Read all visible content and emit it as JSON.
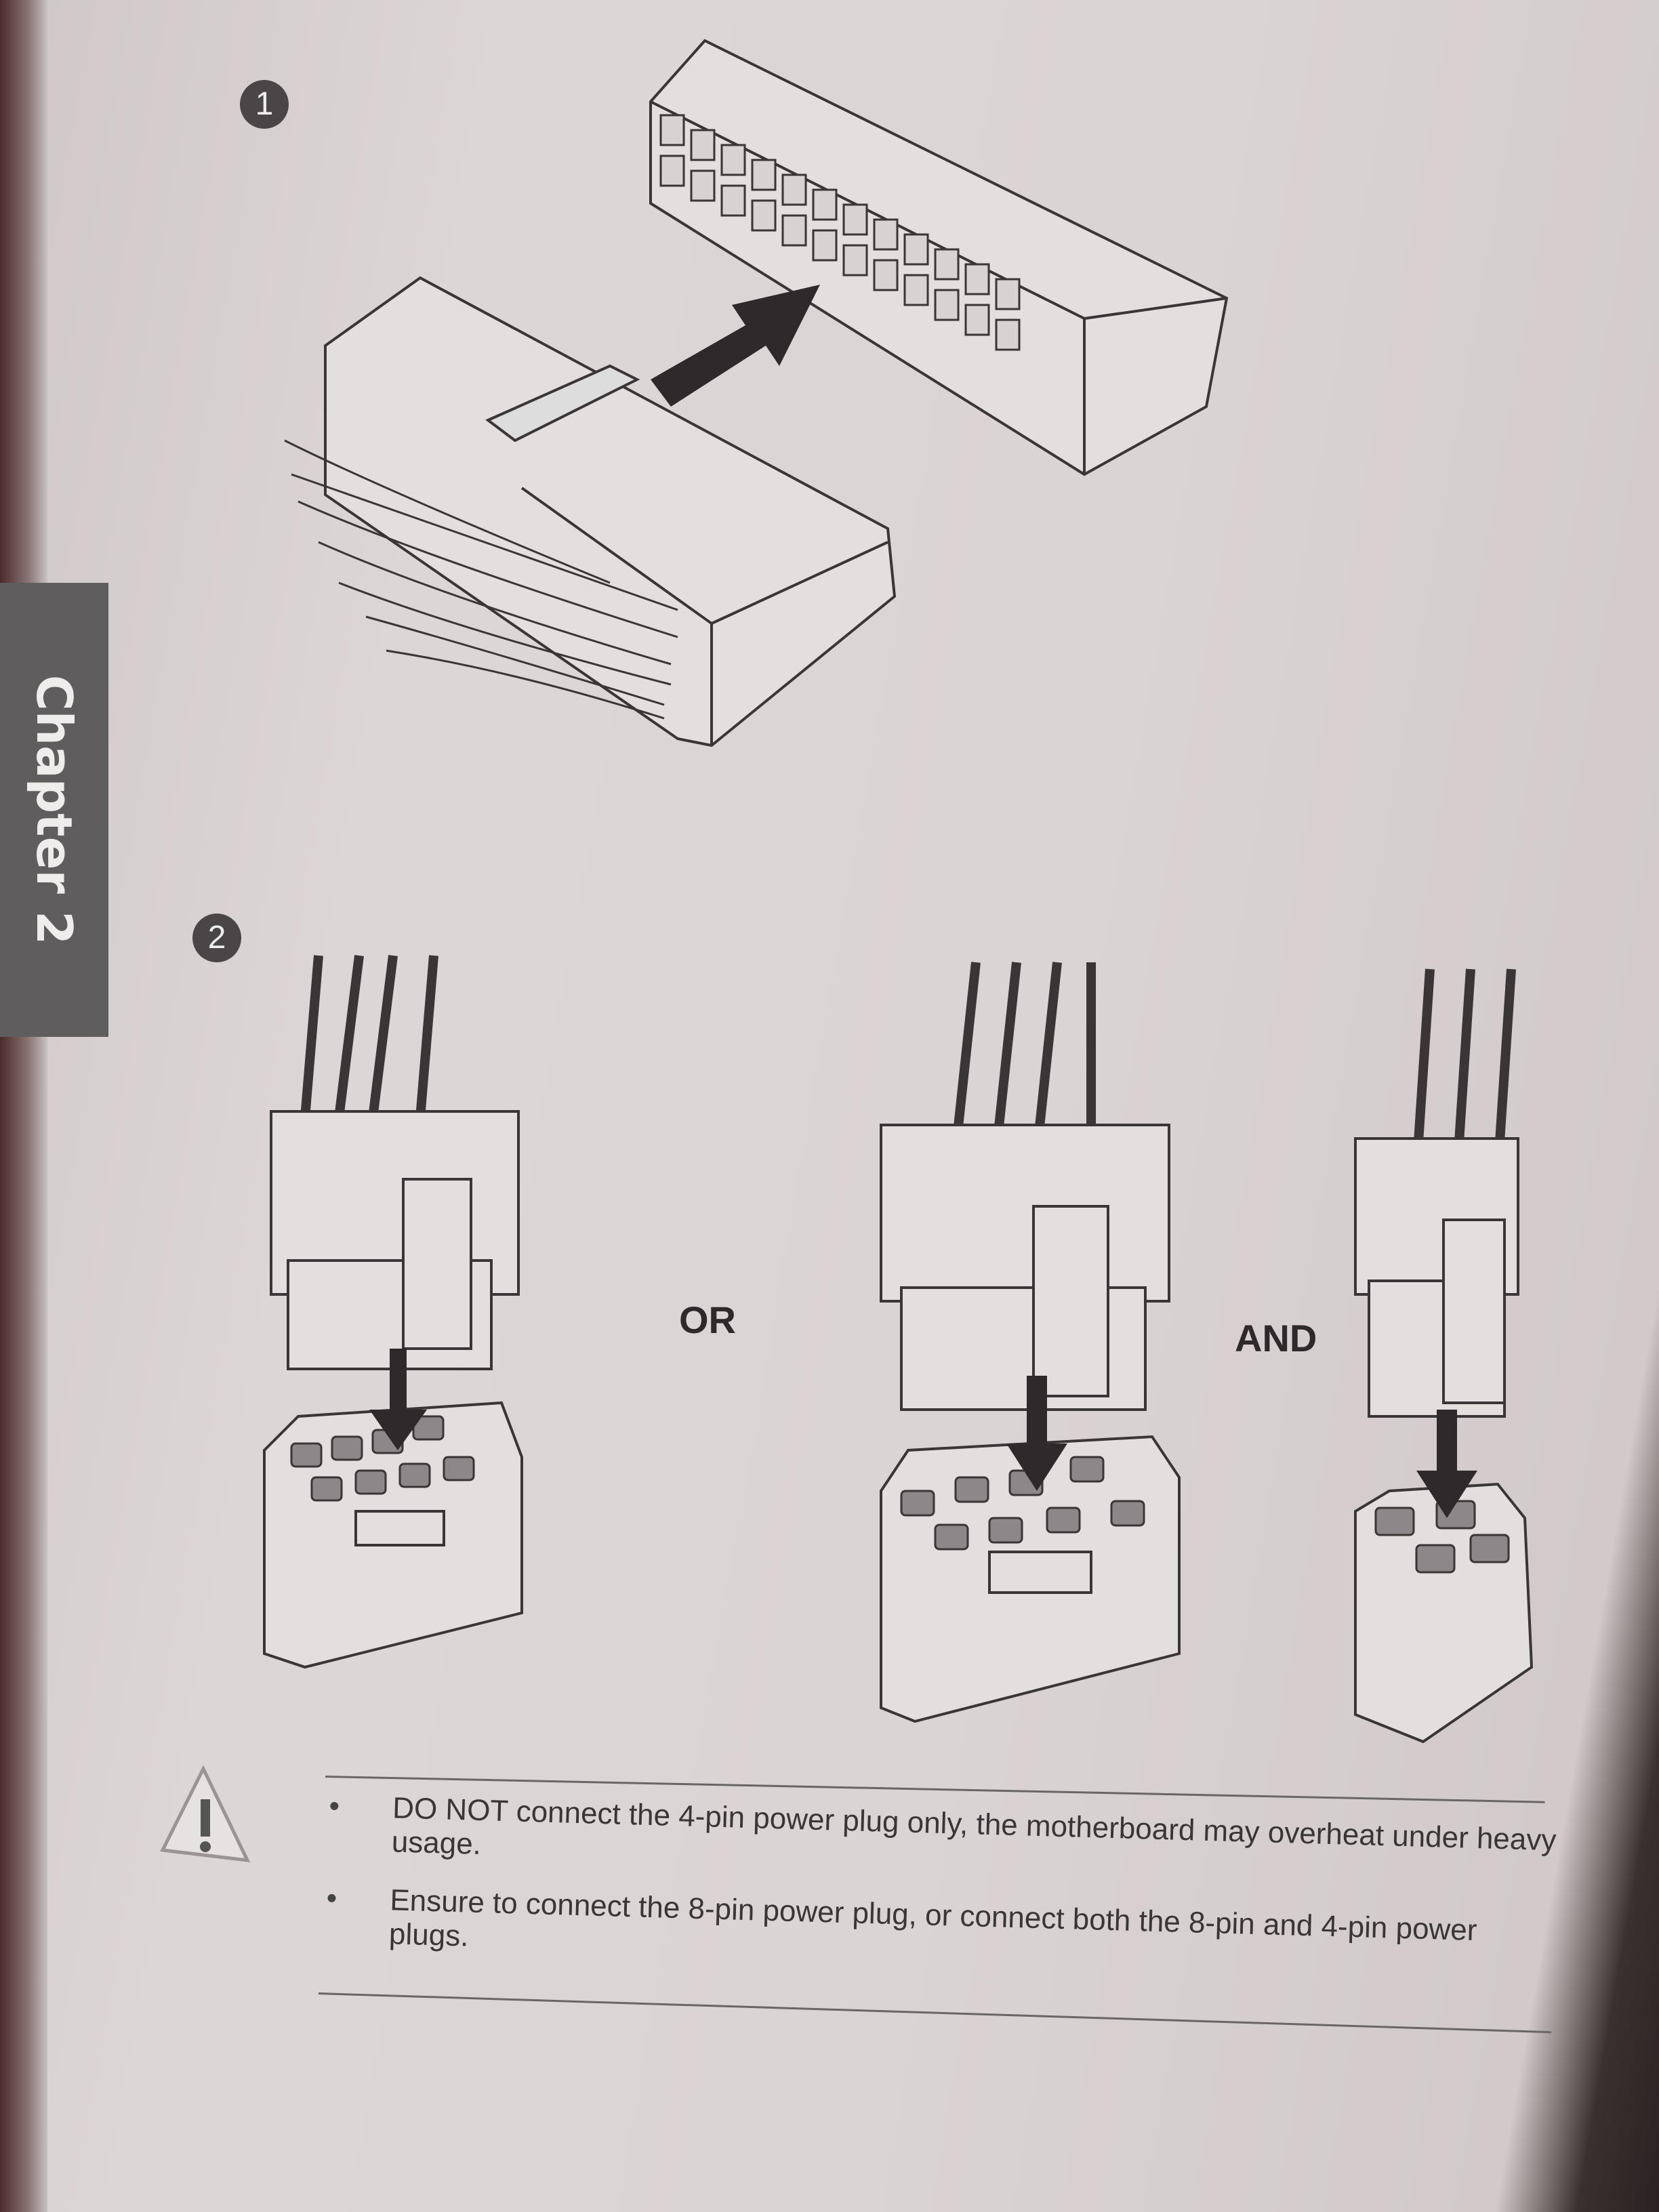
{
  "side_tab": {
    "label": "Chapter 2"
  },
  "steps": [
    {
      "number": "1"
    },
    {
      "number": "2"
    }
  ],
  "conjunctions": {
    "or": "OR",
    "and": "AND"
  },
  "warning": {
    "icon": "warning-triangle-icon",
    "notes": [
      "DO NOT connect the 4-pin power plug only, the motherboard may overheat under heavy usage.",
      "Ensure to connect the 8-pin power plug, or connect both the 8-pin and 4-pin power plugs."
    ]
  }
}
